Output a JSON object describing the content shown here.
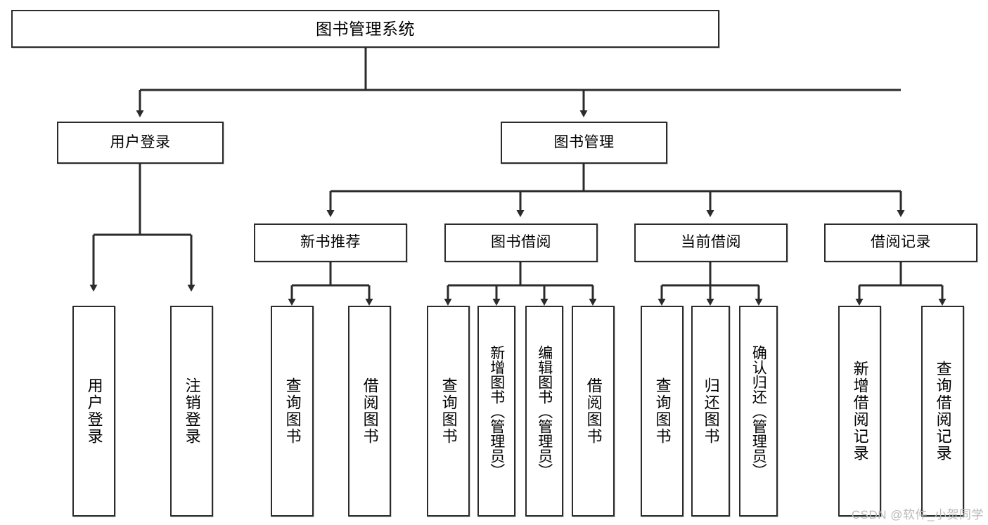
{
  "diagram": {
    "title": "图书管理系统",
    "type": "tree",
    "background_color": "#ffffff",
    "line_color": "#2b2b2b",
    "box_border_color": "#2b2b2b",
    "box_fill_color": "#ffffff",
    "text_color": "#000000"
  },
  "root": {
    "label": "图书管理系统"
  },
  "level1": [
    {
      "id": "user-login",
      "label": "用户登录"
    },
    {
      "id": "book-manage",
      "label": "图书管理"
    }
  ],
  "level2": [
    {
      "id": "new-book-recommend",
      "label": "新书推荐",
      "parent": "book-manage"
    },
    {
      "id": "book-borrow",
      "label": "图书借阅",
      "parent": "book-manage"
    },
    {
      "id": "current-borrow",
      "label": "当前借阅",
      "parent": "book-manage"
    },
    {
      "id": "borrow-record",
      "label": "借阅记录",
      "parent": "book-manage"
    }
  ],
  "leaves": [
    {
      "id": "leaf-user-login",
      "label": "用户登录",
      "parent": "user-login"
    },
    {
      "id": "leaf-logout",
      "label": "注销登录",
      "parent": "user-login"
    },
    {
      "id": "leaf-query-book-1",
      "label": "查询图书",
      "parent": "new-book-recommend"
    },
    {
      "id": "leaf-borrow-book-1",
      "label": "借阅图书",
      "parent": "new-book-recommend"
    },
    {
      "id": "leaf-query-book-2",
      "label": "查询图书",
      "parent": "book-borrow"
    },
    {
      "id": "leaf-add-book",
      "label": "新增图书（管理员）",
      "parent": "book-borrow"
    },
    {
      "id": "leaf-edit-book",
      "label": "编辑图书（管理员）",
      "parent": "book-borrow"
    },
    {
      "id": "leaf-borrow-book-2",
      "label": "借阅图书",
      "parent": "book-borrow"
    },
    {
      "id": "leaf-query-book-3",
      "label": "查询图书",
      "parent": "current-borrow"
    },
    {
      "id": "leaf-return-book",
      "label": "归还图书",
      "parent": "current-borrow"
    },
    {
      "id": "leaf-confirm-return",
      "label": "确认归还（管理员）",
      "parent": "current-borrow"
    },
    {
      "id": "leaf-add-record",
      "label": "新增借阅记录",
      "parent": "borrow-record"
    },
    {
      "id": "leaf-query-record",
      "label": "查询借阅记录",
      "parent": "borrow-record"
    }
  ],
  "watermark": {
    "text": "CSDN @软件_小贺同学"
  }
}
